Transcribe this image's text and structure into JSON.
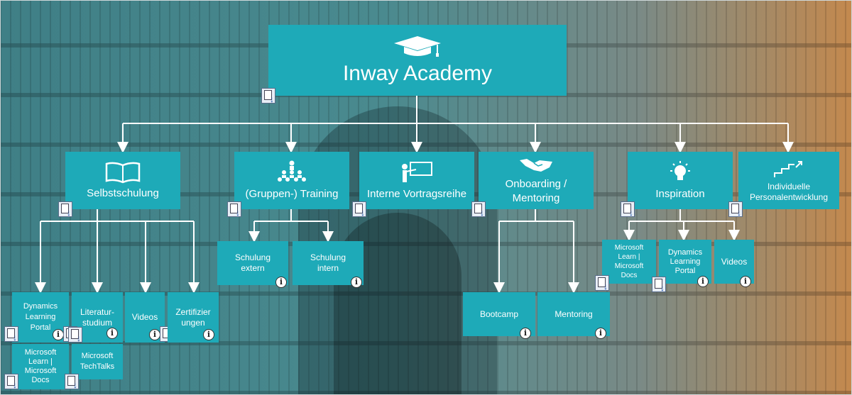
{
  "root": {
    "title": "Inway Academy"
  },
  "categories": [
    {
      "label": "Selbstschulung"
    },
    {
      "label": "(Gruppen-) Training"
    },
    {
      "label": "Interne Vortragsreihe"
    },
    {
      "label": "Onboarding /\nMentoring"
    },
    {
      "label": "Inspiration"
    },
    {
      "label": "Individuelle\nPersonalentwicklung"
    }
  ],
  "selbst": [
    {
      "label": "Dynamics\nLearning\nPortal"
    },
    {
      "label": "Literatur-\nstudium"
    },
    {
      "label": "Videos"
    },
    {
      "label": "Zertifizier\nungen"
    },
    {
      "label": "Microsoft\nLearn |\nMicrosoft\nDocs"
    },
    {
      "label": "Microsoft\nTechTalks"
    }
  ],
  "training": [
    {
      "label": "Schulung\nextern"
    },
    {
      "label": "Schulung\nintern"
    }
  ],
  "onboarding": [
    {
      "label": "Bootcamp"
    },
    {
      "label": "Mentoring"
    }
  ],
  "inspiration": [
    {
      "label": "Microsoft\nLearn |\nMicrosoft\nDocs"
    },
    {
      "label": "Dynamics\nLearning\nPortal"
    },
    {
      "label": "Videos"
    }
  ],
  "info_glyph": "i",
  "icons": [
    "graduation-cap-icon",
    "book-icon",
    "group-training-icon",
    "presenter-icon",
    "handshake-icon",
    "lightbulb-icon",
    "stairs-icon",
    "document-download-icon",
    "info-icon"
  ]
}
